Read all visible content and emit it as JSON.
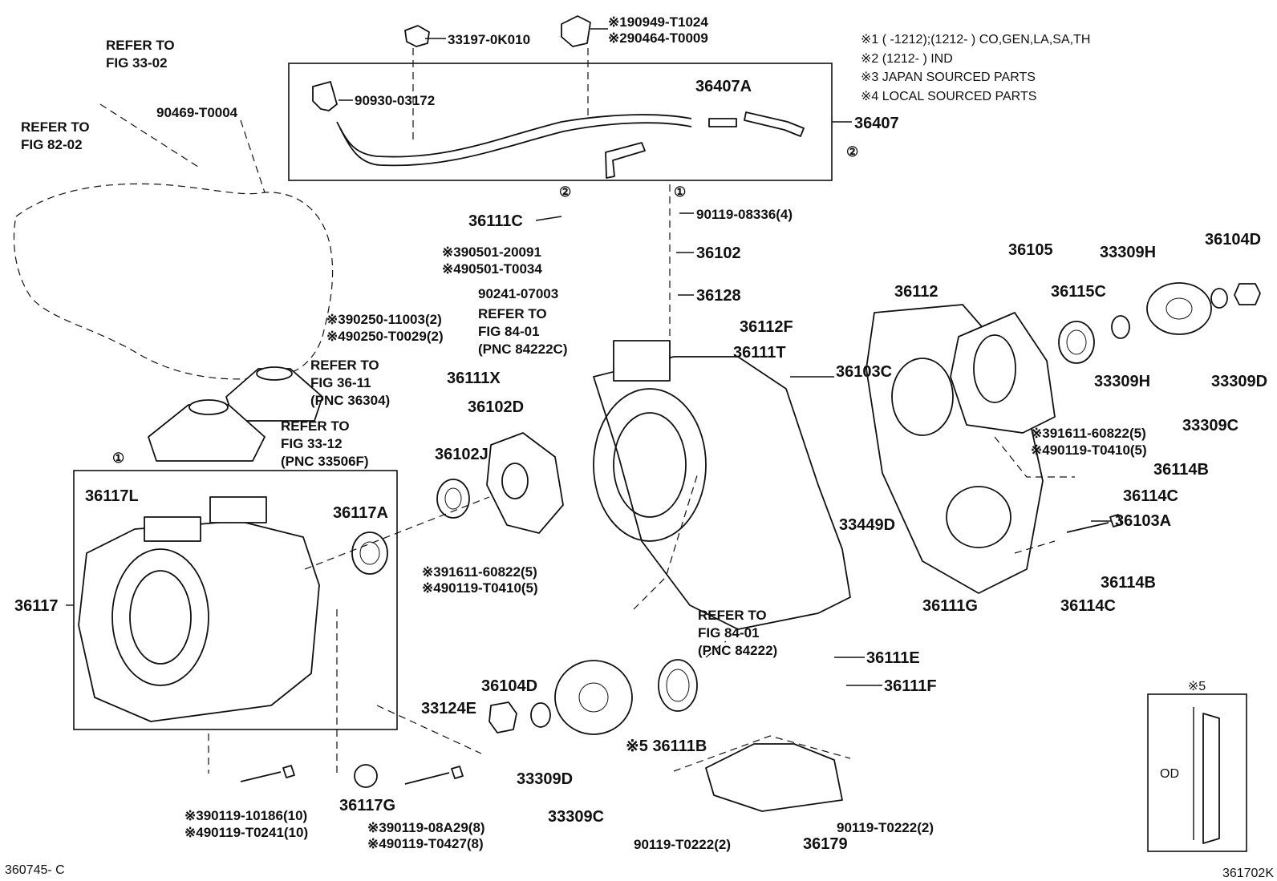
{
  "notes": [
    "※1 (      -1212);(1212-       ) CO,GEN,LA,SA,TH",
    "※2 (1212-       ) IND",
    "※3 JAPAN SOURCED PARTS",
    "※4 LOCAL SOURCED PARTS"
  ],
  "inset": {
    "mark": "※5",
    "od_label": "OD"
  },
  "footer": {
    "left_code": "360745- C",
    "right_code": "361702K"
  },
  "refs": {
    "r1": [
      "REFER TO",
      "FIG 33-02"
    ],
    "r2": [
      "REFER TO",
      "FIG 82-02"
    ],
    "r3": [
      "REFER TO",
      "FIG 84-01",
      "(PNC 84222C)"
    ],
    "r4": [
      "REFER TO",
      "FIG 36-11",
      "(PNC 36304)"
    ],
    "r5": [
      "REFER TO",
      "FIG 33-12",
      "(PNC 33506F)"
    ],
    "r6": [
      "REFER TO",
      "FIG 84-01",
      "(PNC 84222)"
    ]
  },
  "circle_marks": {
    "one": "①",
    "two": "②"
  },
  "parts": {
    "p33197": "33197-0K010",
    "p90949": "※190949-T1024",
    "p90464": "※290464-T0009",
    "p90930": "90930-03172",
    "p36407A": "36407A",
    "p36407": "36407",
    "p90469": "90469-T0004",
    "p36111C": "36111C",
    "p90119_08336": "90119-08336(4)",
    "p36102": "36102",
    "p90501_20091": "※390501-20091",
    "p90501_T0034": "※490501-T0034",
    "p90241": "90241-07003",
    "p36128": "36128",
    "p90250_11003": "※390250-11003(2)",
    "p90250_T0029": "※490250-T0029(2)",
    "p36112F": "36112F",
    "p36111T": "36111T",
    "p36103C": "36103C",
    "p36111X": "36111X",
    "p36102D": "36102D",
    "p36102J": "36102J",
    "p91611_a": "※391611-60822(5)",
    "p90119_T0410_a": "※490119-T0410(5)",
    "p36117L": "36117L",
    "p36117A": "36117A",
    "p36117": "36117",
    "p36105": "36105",
    "p36112": "36112",
    "p33309H_top": "33309H",
    "p36104D_top": "36104D",
    "p36115C": "36115C",
    "p33309H_bot": "33309H",
    "p33309D_r": "33309D",
    "p33309C_r": "33309C",
    "p91611_b": "※391611-60822(5)",
    "p90119_T0410_b": "※490119-T0410(5)",
    "p36114B_a": "36114B",
    "p36114C_a": "36114C",
    "p36103A": "36103A",
    "p33449D": "33449D",
    "p36111G": "36111G",
    "p36114C_b": "36114C",
    "p36114B_b": "36114B",
    "p36111E": "36111E",
    "p36111F": "36111F",
    "p33124E": "33124E",
    "p36104D_bot": "36104D",
    "p36111B": "※5 36111B",
    "p33309D_b": "33309D",
    "p33309C_b": "33309C",
    "p90119_10186": "※390119-10186(10)",
    "p90119_T0241": "※490119-T0241(10)",
    "p36117G": "36117G",
    "p90119_08A29": "※390119-08A29(8)",
    "p90119_T0427": "※490119-T0427(8)",
    "p90119_T0222_a": "90119-T0222(2)",
    "p36179": "36179",
    "p90119_T0222_b": "90119-T0222(2)"
  }
}
